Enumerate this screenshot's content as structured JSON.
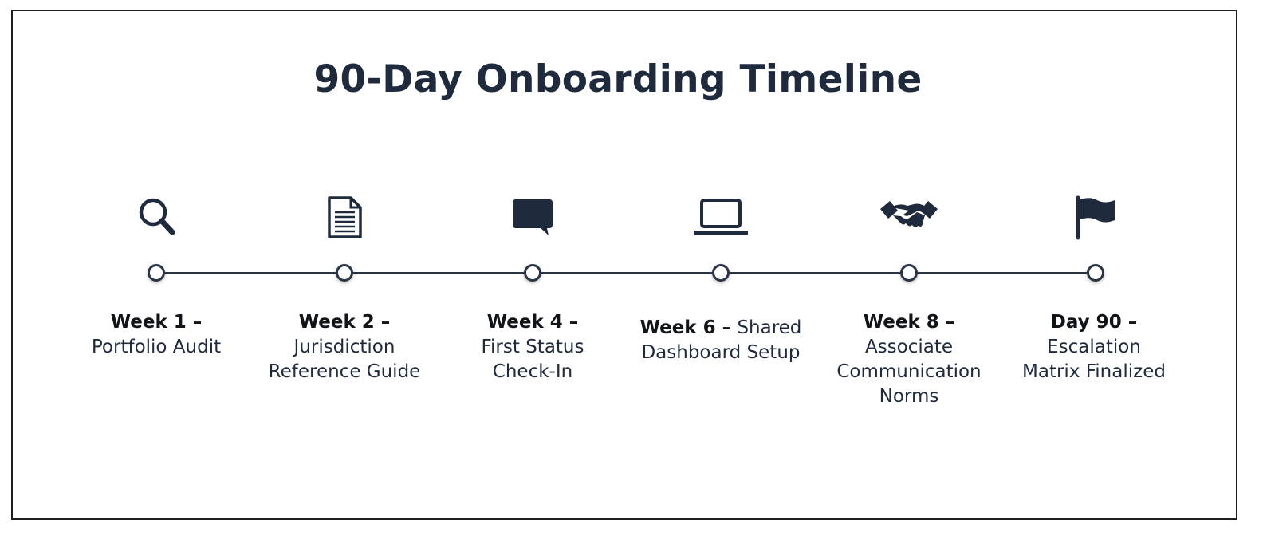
{
  "title": "90-Day Onboarding Timeline",
  "milestones": [
    {
      "icon": "magnifying-glass-icon",
      "heading": "Week 1 –",
      "lines": [
        "Portfolio Audit"
      ]
    },
    {
      "icon": "document-icon",
      "heading": "Week 2 –",
      "lines": [
        "Jurisdiction",
        "Reference Guide"
      ]
    },
    {
      "icon": "speech-bubble-icon",
      "heading": "Week 4 –",
      "lines": [
        "First Status",
        "Check-In"
      ]
    },
    {
      "icon": "laptop-icon",
      "heading": "Week 6 –",
      "inline": "Shared",
      "lines": [
        "Dashboard Setup"
      ]
    },
    {
      "icon": "handshake-icon",
      "heading": "Week 8 –",
      "lines": [
        "Associate",
        "Communication",
        "Norms"
      ]
    },
    {
      "icon": "flag-icon",
      "heading": "Day 90 –",
      "lines": [
        "Escalation",
        "Matrix Finalized"
      ]
    }
  ],
  "colors": {
    "ink": "#1f2a3c",
    "track": "#2a3446",
    "border": "#1c1f24"
  }
}
